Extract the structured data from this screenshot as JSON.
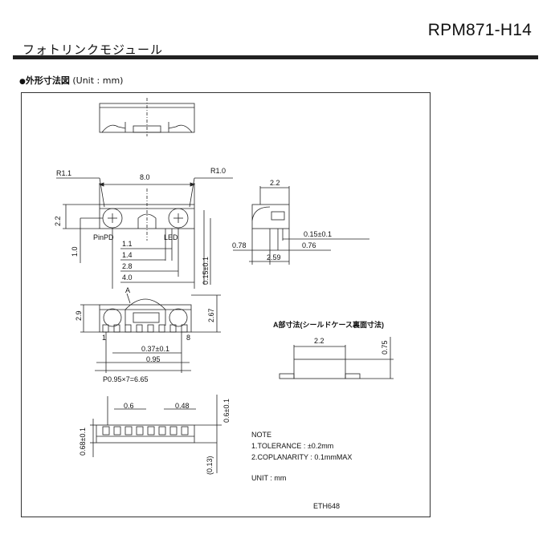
{
  "header": {
    "part_number": "RPM871-H14",
    "product_name": "フォトリンクモジュール"
  },
  "section": {
    "bullet": "●",
    "heading": "外形寸法図",
    "unit": " (Unit : mm)"
  },
  "labels": {
    "r11": "R1.1",
    "r10": "R1.0",
    "pinpd": "PinPD",
    "led": "LED",
    "detail_a": "A",
    "pin1": "1",
    "pin8": "8",
    "a_title": "A部寸法(シールドケース裏面寸法)"
  },
  "dims": {
    "d8_0": "8.0",
    "d2_2": "2.2",
    "d1_0": "1.0",
    "d1_1": "1.1",
    "d1_4": "1.4",
    "d2_8": "2.8",
    "d4_0": "4.0",
    "d015a": "0.15±0.1",
    "d2_2side": "2.2",
    "d015b": "0.15±0.1",
    "d0_78": "0.78",
    "d0_76": "0.76",
    "d2_59": "2.59",
    "d2_9": "2.9",
    "d2_67": "2.67",
    "d037": "0.37±0.1",
    "d0_95": "0.95",
    "pitch": "P0.95×7=6.65",
    "a2_2": "2.2",
    "a0_75": "0.75",
    "d0_6": "0.6",
    "d0_48": "0.48",
    "d06b": "0.6±0.1",
    "d068": "0.68±0.1",
    "d013": "(0.13)"
  },
  "notes": {
    "title": "NOTE",
    "line1": "1.TOLERANCE : ±0.2mm",
    "line2": "2.COPLANARITY : 0.1mmMAX",
    "unit": "UNIT : mm"
  },
  "drawing_id": "ETH648"
}
